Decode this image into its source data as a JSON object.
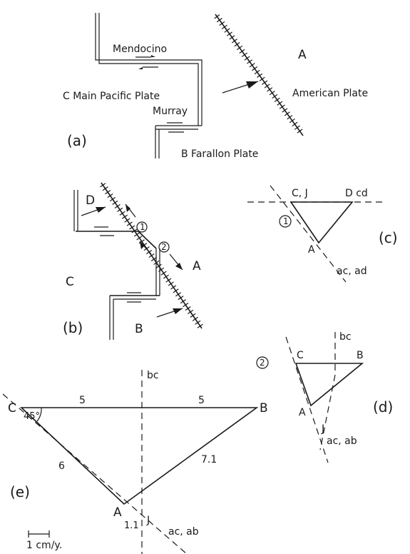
{
  "panel_a": {
    "label": "(a)",
    "mendocino": "Mendocino",
    "murray": "Murray",
    "c_plate": "C  Main Pacific Plate",
    "a_letter": "A",
    "american": "American Plate",
    "b_plate": "B  Farallon Plate"
  },
  "panel_b": {
    "label": "(b)",
    "d": "D",
    "c": "C",
    "b": "B",
    "a": "A",
    "j1": "1",
    "j2": "2"
  },
  "panel_c": {
    "label": "(c)",
    "cj": "C, J",
    "d_cd": "D  cd",
    "a": "A",
    "ac_ad": "ac, ad",
    "circle": "1"
  },
  "panel_d": {
    "label": "(d)",
    "bc": "bc",
    "c": "C",
    "b": "B",
    "a": "A",
    "j": "J",
    "ac_ab": "ac, ab",
    "circle": "2"
  },
  "panel_e": {
    "label": "(e)",
    "bc": "bc",
    "c": "C",
    "b": "B",
    "a": "A",
    "j": "J",
    "angle": "45°",
    "len_top_left": "5",
    "len_top_right": "5",
    "len_left": "6",
    "len_right": "7.1",
    "len_aj": "1.1",
    "ac_ab": "ac, ab",
    "scale": "1  cm/y."
  }
}
